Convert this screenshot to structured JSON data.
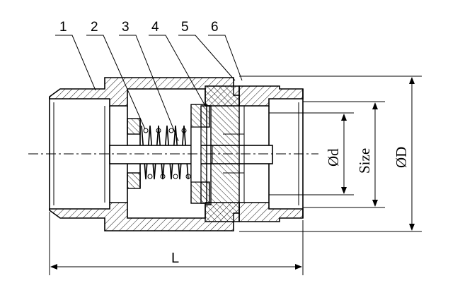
{
  "callouts": [
    "1",
    "2",
    "3",
    "4",
    "5",
    "6"
  ],
  "dimensions": {
    "length": "L",
    "inner_diameter": "Ød",
    "size": "Size",
    "outer_diameter": "ØD"
  }
}
